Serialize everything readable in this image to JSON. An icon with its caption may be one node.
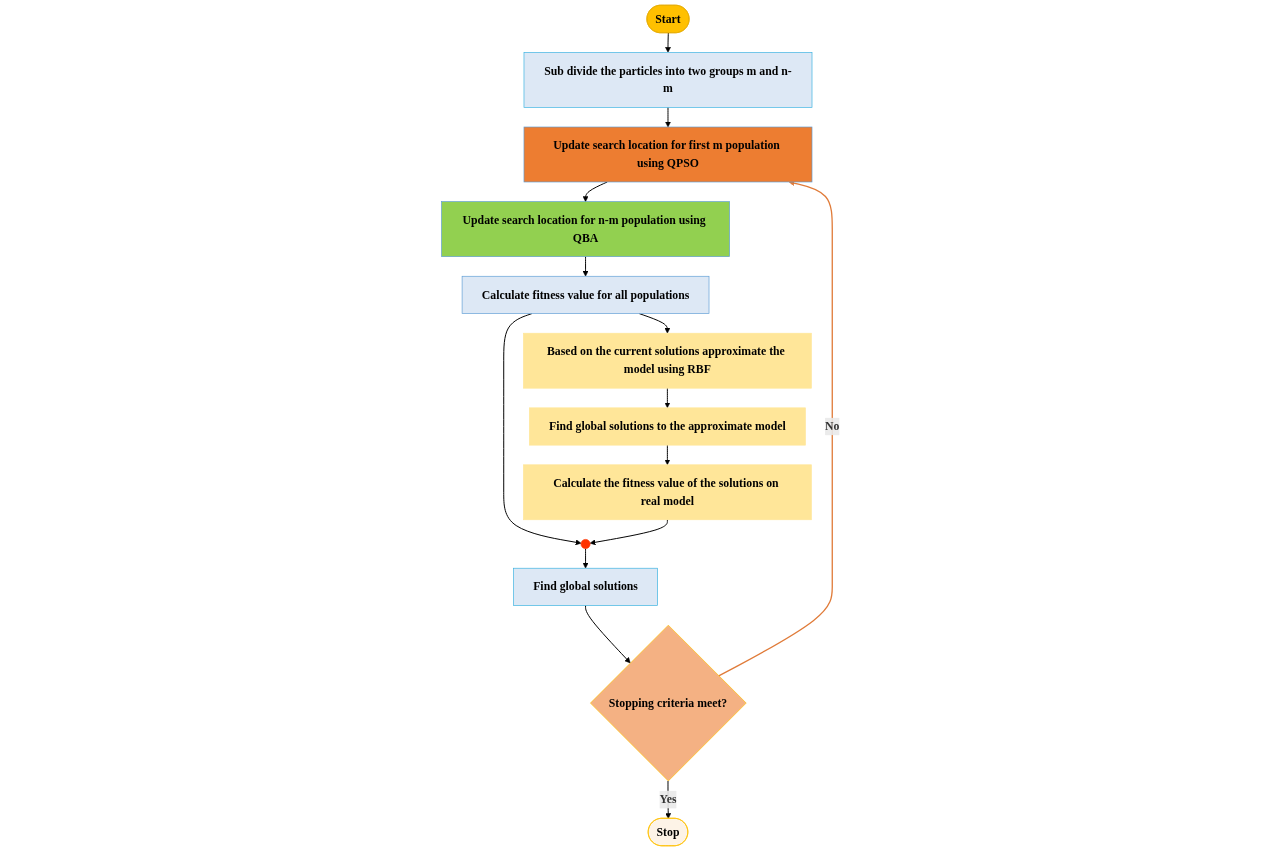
{
  "diagram": {
    "nodes": [
      {
        "text": [
          "Start"
        ]
      },
      {
        "text": [
          "Sub divide the particles into two groups m and n-m"
        ]
      },
      {
        "text": [
          "Update search location for first m population using QPSO"
        ]
      },
      {
        "text": [
          "Update search location for n-m population using QBA"
        ]
      },
      {
        "text": [
          "Calculate fitness value for all populations"
        ]
      },
      {
        "text": [
          "Based on the current solutions approximate the model using RBF"
        ]
      },
      {
        "text": [
          "Find global solutions to the approximate model"
        ]
      },
      {
        "text": [
          "Calculate the fitness value of the solutions on real model"
        ]
      },
      {
        "text": [],
        "shape": "circle"
      },
      {
        "text": [
          "Find global solutions"
        ]
      },
      {
        "text": [
          "Stopping criteria meet?"
        ]
      },
      {
        "text": [
          "Stop"
        ]
      }
    ],
    "edges": [
      {
        "from": 0,
        "to": 1,
        "arrow": "to"
      },
      {
        "from": 1,
        "to": 2,
        "arrow": "to"
      },
      {
        "from": 2,
        "to": 3,
        "arrow": "to"
      },
      {
        "from": 3,
        "to": 4,
        "arrow": "to"
      },
      {
        "from": 4,
        "to": 5,
        "arrow": "to"
      },
      {
        "from": 4,
        "to": 8,
        "arrow": "to"
      },
      {
        "from": 5,
        "to": 6,
        "arrow": "to"
      },
      {
        "from": 6,
        "to": 7,
        "arrow": "to"
      },
      {
        "from": 7,
        "to": 8,
        "arrow": "to"
      },
      {
        "from": 8,
        "to": 9,
        "arrow": "to"
      },
      {
        "from": 9,
        "to": 10,
        "arrow": "to"
      },
      {
        "from": 10,
        "to": 2,
        "arrow": "to",
        "label": "No",
        "color": "#e07b39"
      },
      {
        "from": 10,
        "to": 11,
        "arrow": "to",
        "label": "Yes"
      }
    ]
  }
}
